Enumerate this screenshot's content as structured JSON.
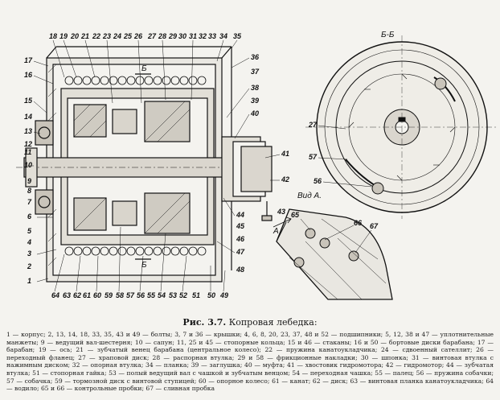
{
  "figure": {
    "title_prefix": "Рис. 3.7.",
    "title": "Копровая лебедка:",
    "section_label": "Б-Б",
    "view_label": "Вид А.",
    "cut_label_top": "Б",
    "cut_label_bottom": "Б",
    "arrow_label": "А",
    "top_callouts": [
      "18",
      "19",
      "20",
      "21",
      "22",
      "23",
      "24",
      "25",
      "26",
      "27",
      "28",
      "29",
      "30",
      "31",
      "32",
      "33",
      "34",
      "35"
    ],
    "left_callouts": [
      "17",
      "16",
      "15",
      "14",
      "13",
      "12",
      "11",
      "10",
      "9",
      "8",
      "7",
      "6",
      "5",
      "4",
      "3",
      "2",
      "1"
    ],
    "right_callouts": [
      "36",
      "37",
      "38",
      "39",
      "40",
      "41",
      "42",
      "43",
      "44",
      "45",
      "46",
      "47",
      "48"
    ],
    "bottom_callouts": [
      "64",
      "63",
      "62",
      "61",
      "60",
      "59",
      "58",
      "57",
      "56",
      "55",
      "54",
      "53",
      "52",
      "51",
      "50",
      "49"
    ],
    "detail_callouts": [
      "27",
      "57",
      "56",
      "65",
      "66",
      "67"
    ]
  },
  "legend": "1 — корпус; 2, 13, 14, 18, 33, 35, 43 и 49 — болты; 3, 7 и 36 — крышки; 4, 6, 8, 20, 23, 37, 48 и 52 — подшипники; 5, 12, 38 и 47 — уплотнительные манжеты; 9 — ведущий вал-шестерня; 10 — сапун; 11, 25 и 45 — стопорные кольца; 15 и 46 — стаканы; 16 и 50 — бортовые диски барабана; 17 — барабан; 19 — ось; 21 — зубчатый венец барабана (центральное колесо); 22 — пружина канатоукладчика; 24 — сдвоенный сателлит; 26 — переходный фланец; 27 — храповой диск; 28 — распорная втулка; 29 и 58 — фрикционные накладки; 30 — шпонка; 31 — винтовая втулка с нажимным диском; 32 — опорная втулка; 34 — планка; 39 — заглушка; 40 — муфта; 41 — хвостовик гидромотора; 42 — гидромотор; 44 — зубчатая втулка; 51 — стопорная гайка; 53 — полый ведущий вал с чашкой и зубчатым венцом; 54 — переходная чашка; 55 — палец; 56 — пружина собачки; 57 — собачка; 59 — тормозной диск с винтовой ступицей; 60 — опорное колесо; 61 — канат; 62 — диск; 63 — винтовая планка канатоукладчика; 64 — водило; 65 и 66 — контрольные пробки; 67 — сливная пробка"
}
